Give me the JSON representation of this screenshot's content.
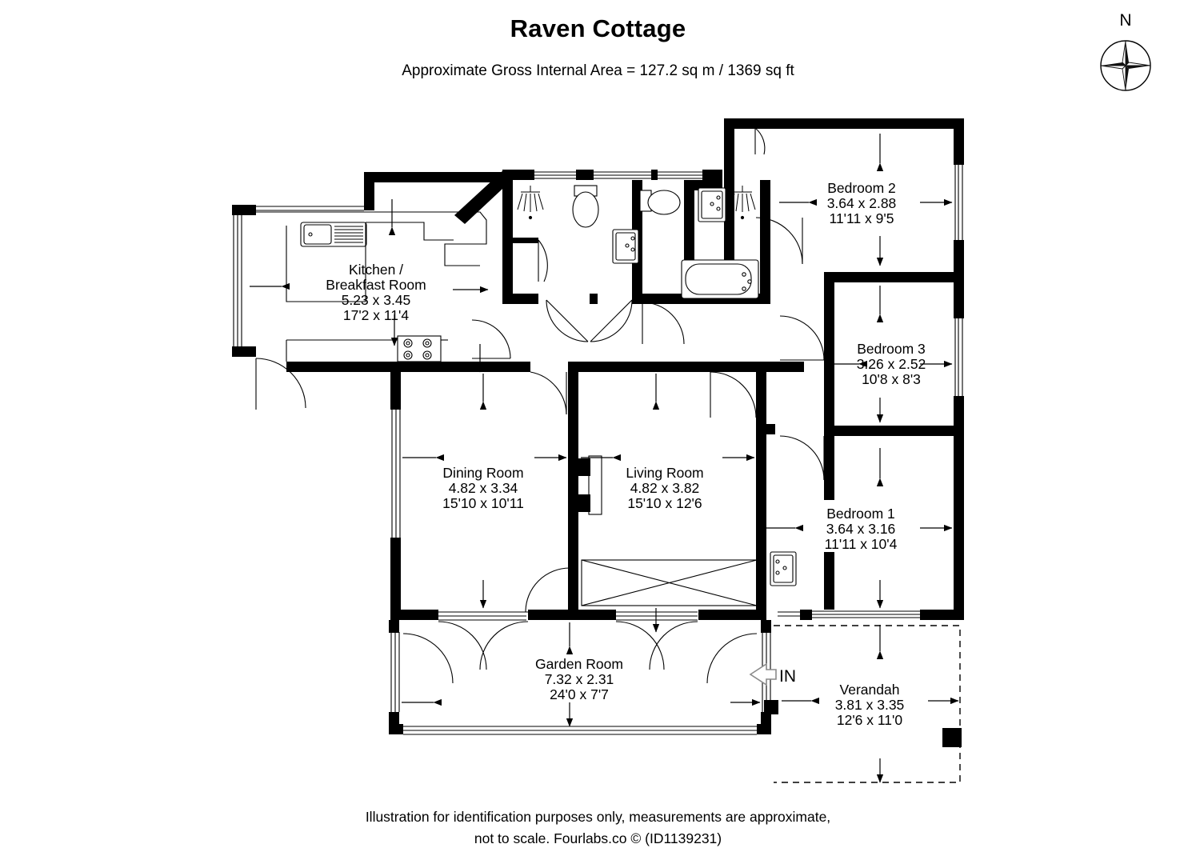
{
  "header": {
    "title": "Raven Cottage",
    "subtitle": "Approximate Gross Internal Area = 127.2 sq m / 1369 sq ft"
  },
  "compass": {
    "north_label": "N",
    "icon": "compass-rose-icon"
  },
  "entrance": {
    "label": "IN",
    "icon": "arrow-left-icon"
  },
  "footer": {
    "line1": "Illustration for identification purposes only, measurements are approximate,",
    "line2": "not to scale. Fourlabs.co © (ID1139231)"
  },
  "rooms": [
    {
      "id": "kitchen-breakfast-room",
      "name_line1": "Kitchen /",
      "name_line2": "Breakfast Room",
      "metric": "5.23 x 3.45",
      "imperial": "17'2 x 11'4"
    },
    {
      "id": "bedroom-2",
      "name_line1": "Bedroom 2",
      "name_line2": "",
      "metric": "3.64 x 2.88",
      "imperial": "11'11 x 9'5"
    },
    {
      "id": "bedroom-3",
      "name_line1": "Bedroom 3",
      "name_line2": "",
      "metric": "3.26 x 2.52",
      "imperial": "10'8 x 8'3"
    },
    {
      "id": "bedroom-1",
      "name_line1": "Bedroom 1",
      "name_line2": "",
      "metric": "3.64 x 3.16",
      "imperial": "11'11 x 10'4"
    },
    {
      "id": "dining-room",
      "name_line1": "Dining Room",
      "name_line2": "",
      "metric": "4.82 x 3.34",
      "imperial": "15'10 x 10'11"
    },
    {
      "id": "living-room",
      "name_line1": "Living Room",
      "name_line2": "",
      "metric": "4.82 x 3.82",
      "imperial": "15'10 x 12'6"
    },
    {
      "id": "garden-room",
      "name_line1": "Garden Room",
      "name_line2": "",
      "metric": "7.32 x 2.31",
      "imperial": "24'0 x 7'7"
    },
    {
      "id": "verandah",
      "name_line1": "Verandah",
      "name_line2": "",
      "metric": "3.81 x 3.35",
      "imperial": "12'6 x 11'0"
    }
  ],
  "colors": {
    "wall": "#000000",
    "background": "#ffffff",
    "line": "#000000"
  }
}
